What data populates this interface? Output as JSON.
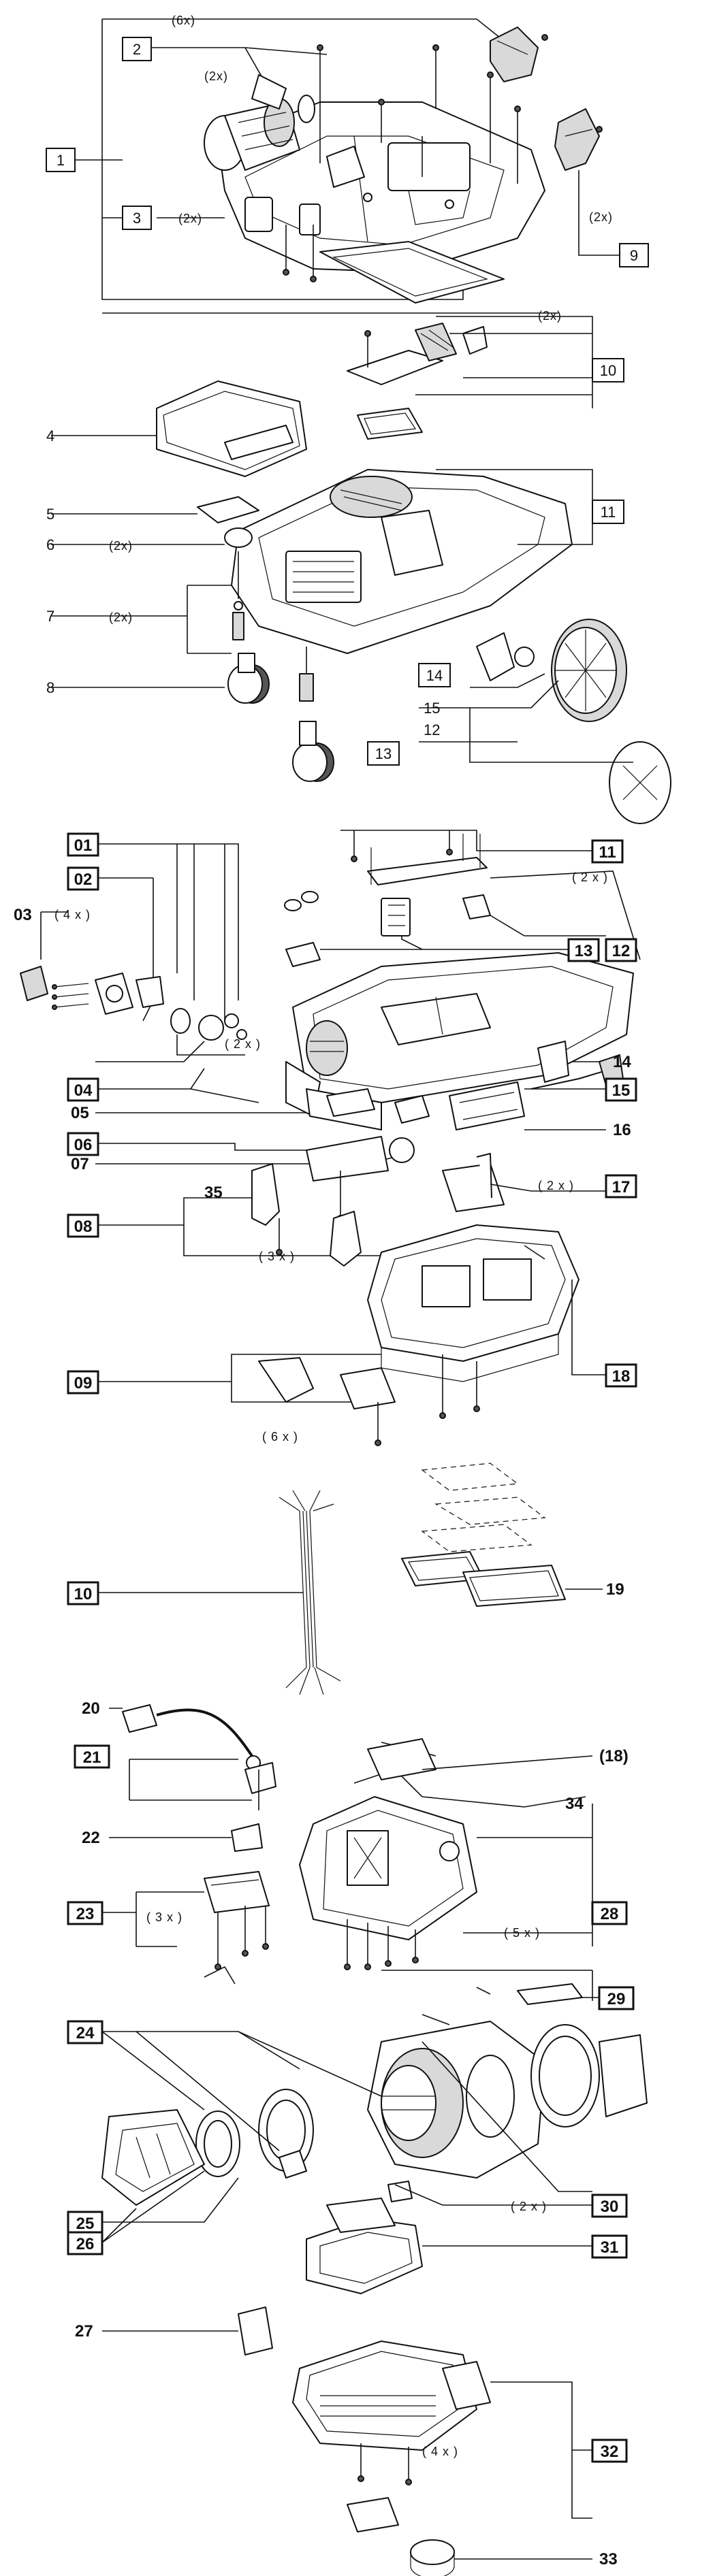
{
  "diagram": {
    "labels": {
      "l1": "1",
      "l2": "2",
      "l3": "3",
      "l4": "4",
      "l5": "5",
      "l6": "6",
      "l7": "7",
      "l8": "8",
      "l9": "9",
      "l10": "10",
      "l11": "11",
      "l12": "12",
      "l13": "13",
      "l14": "14",
      "l15": "15",
      "b01": "01",
      "b02": "02",
      "b03": "03",
      "b04": "04",
      "b05": "05",
      "b06": "06",
      "b07": "07",
      "b08": "08",
      "b09": "09",
      "b10": "10",
      "b11": "11",
      "b12": "12",
      "b13": "13",
      "b14": "14",
      "b15": "15",
      "b16": "16",
      "b17": "17",
      "b18": "18",
      "b19": "19",
      "b20": "20",
      "b21": "21",
      "b22": "22",
      "b23": "23",
      "b24": "24",
      "b25": "25",
      "b26": "26",
      "b27": "27",
      "b28": "28",
      "b29": "29",
      "b30": "30",
      "b31": "31",
      "b32": "32",
      "b33": "33",
      "b34": "34",
      "b35": "35",
      "b18ref": "(18)"
    },
    "notes": {
      "n6x": "(6x)",
      "n2x": "(2x)",
      "n4x": "( 4 x )",
      "n3x": "( 3 x )",
      "n5x": "( 5 x )",
      "n2xb": "( 2 x )",
      "n6xb": "( 6 x )"
    }
  }
}
